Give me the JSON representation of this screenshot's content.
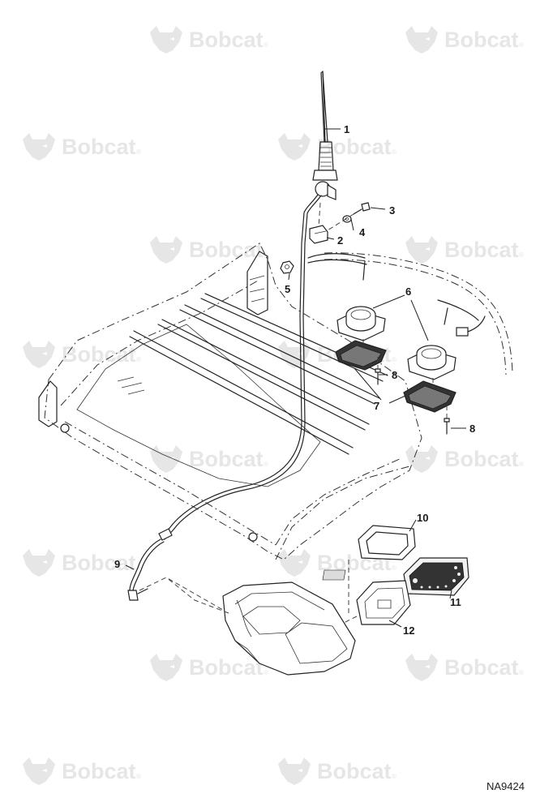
{
  "watermark": {
    "text": "Bobcat",
    "registered_mark": "®",
    "color": "#e6e6e6",
    "icon": "bobcat-head-logo"
  },
  "callouts": [
    "1",
    "2",
    "3",
    "4",
    "5",
    "6",
    "7",
    "8",
    "8",
    "9",
    "10",
    "11",
    "12"
  ],
  "drawing_number": "NA9424"
}
